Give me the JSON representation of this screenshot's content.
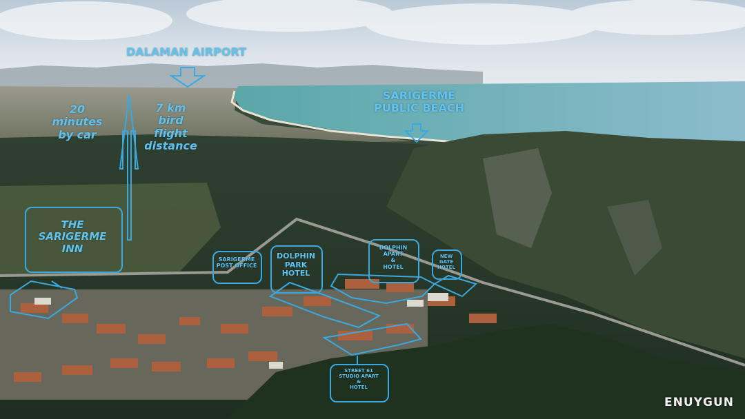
{
  "labels": {
    "airport": "DALAMAN AIRPORT",
    "beach": "SARIGERME\nPUBLIC BEACH",
    "drive_time": "20\nminutes\nby car",
    "bird_flight": "7 km\nbird\nflight\ndistance",
    "sarigerme_inn": "THE\nSARIGERME\nINN",
    "post_office": "SARIGERME\nPOST OFFICE",
    "dolphin_park": "DOLPHIN\nPARK\nHOTEL",
    "dolphin_apart": "DOLPHIN\nAPART\n&\nHOTEL",
    "new_gate": "NEW\nGATE\nHOTEL",
    "street61": "STREET 61\nSTUDIO APART\n&\nHOTEL"
  },
  "watermark": "ENUYGUN",
  "colors": {
    "annotation": "#5fc3f0",
    "annotation_line": "#3aa9e0"
  }
}
